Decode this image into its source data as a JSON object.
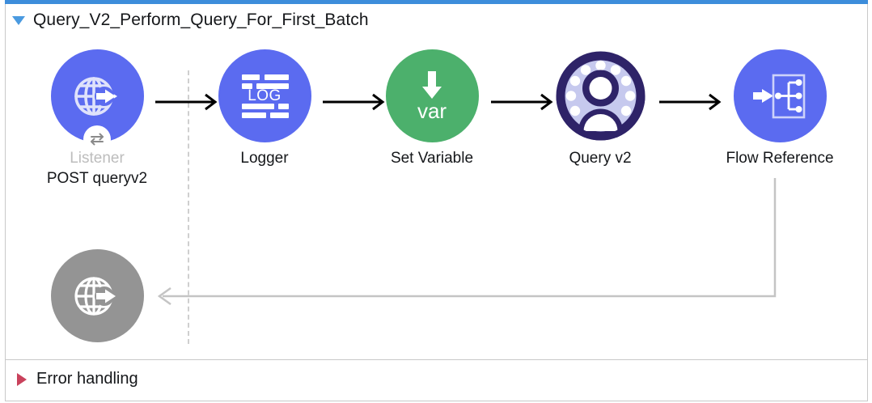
{
  "window": {
    "accent_color": "#3d8ddb"
  },
  "flow": {
    "expand_icon": "triangle-down-icon",
    "title": "Query_V2_Perform_Query_For_First_Batch",
    "nodes": [
      {
        "id": "listener",
        "icon": "globe-arrow-icon",
        "badge_icon": "exchange-arrows-icon",
        "label": "Listener",
        "label_muted": true,
        "sublabel": "POST queryv2",
        "color": "#5b6bf0",
        "shape": "circle"
      },
      {
        "id": "logger",
        "icon": "log-lines-icon",
        "icon_text": "LOG",
        "label": "Logger",
        "label_muted": false,
        "sublabel": "",
        "color": "#5b6bf0",
        "shape": "circle"
      },
      {
        "id": "set-variable",
        "icon": "down-arrow-var-icon",
        "icon_text": "var",
        "label": "Set Variable",
        "label_muted": false,
        "sublabel": "",
        "color": "#4cb06c",
        "shape": "circle"
      },
      {
        "id": "query-v2",
        "icon": "salesforce-user-ring-icon",
        "label": "Query v2",
        "label_muted": false,
        "sublabel": "",
        "color": "#2e2368",
        "accent_color": "#c6c9ee",
        "shape": "ring"
      },
      {
        "id": "flow-reference",
        "icon": "flow-reference-icon",
        "label": "Flow Reference",
        "label_muted": false,
        "sublabel": "",
        "color": "#5b6bf0",
        "shape": "circle"
      },
      {
        "id": "response",
        "icon": "globe-arrow-icon",
        "label": "",
        "label_muted": false,
        "sublabel": "",
        "color": "#949494",
        "shape": "circle"
      }
    ],
    "connectors": [
      {
        "id": "listener-to-logger",
        "style": "solid-black",
        "arrow": "right"
      },
      {
        "id": "logger-to-set-variable",
        "style": "solid-black",
        "arrow": "right"
      },
      {
        "id": "set-variable-to-query-v2",
        "style": "solid-black",
        "arrow": "right"
      },
      {
        "id": "query-v2-to-flow-reference",
        "style": "solid-black",
        "arrow": "right"
      },
      {
        "id": "flow-reference-to-response",
        "style": "solid-grey",
        "arrow": "left"
      },
      {
        "id": "source-boundary",
        "style": "dashed-grey",
        "arrow": "none"
      }
    ]
  },
  "error_handling": {
    "expand_icon": "triangle-right-icon",
    "label": "Error handling"
  }
}
